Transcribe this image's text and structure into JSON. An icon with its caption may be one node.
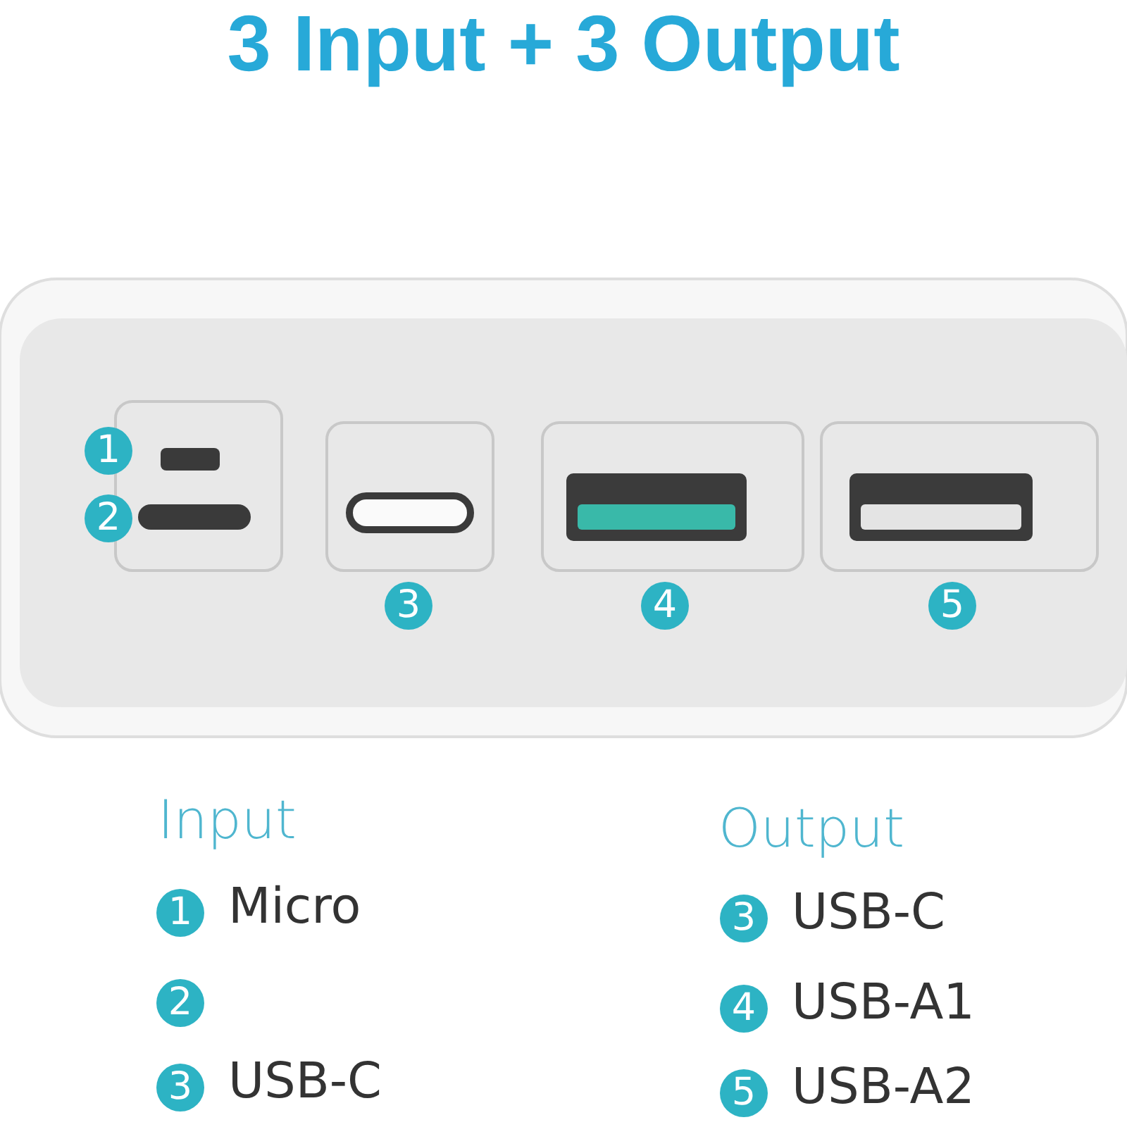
{
  "diagram": {
    "title": "3 Input + 3 Output",
    "labels": [
      "1",
      "2",
      "3",
      "4",
      "5",
      "Input",
      "1",
      "Micro",
      "2",
      "3",
      "USB-C",
      "Output",
      "3",
      "USB-C",
      "4",
      "USB-A1",
      "5",
      "USB-A2"
    ]
  }
}
